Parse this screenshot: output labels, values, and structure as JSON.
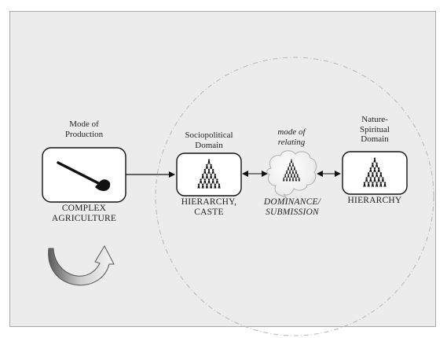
{
  "mode_of_production": {
    "title_line1": "Mode of",
    "title_line2": "Production",
    "caption_line1": "COMPLEX",
    "caption_line2": "AGRICULTURE"
  },
  "sociopolitical": {
    "title_line1": "Sociopolitical",
    "title_line2": "Domain",
    "caption_line1": "HIERARCHY,",
    "caption_line2": "CASTE"
  },
  "mode_of_relating": {
    "title_line1": "mode of",
    "title_line2": "relating",
    "caption_line1": "DOMINANCE/",
    "caption_line2": "SUBMISSION"
  },
  "nature_spiritual": {
    "title_line1": "Nature-",
    "title_line2": "Spiritual",
    "title_line3": "Domain",
    "caption": "HIERARCHY"
  }
}
